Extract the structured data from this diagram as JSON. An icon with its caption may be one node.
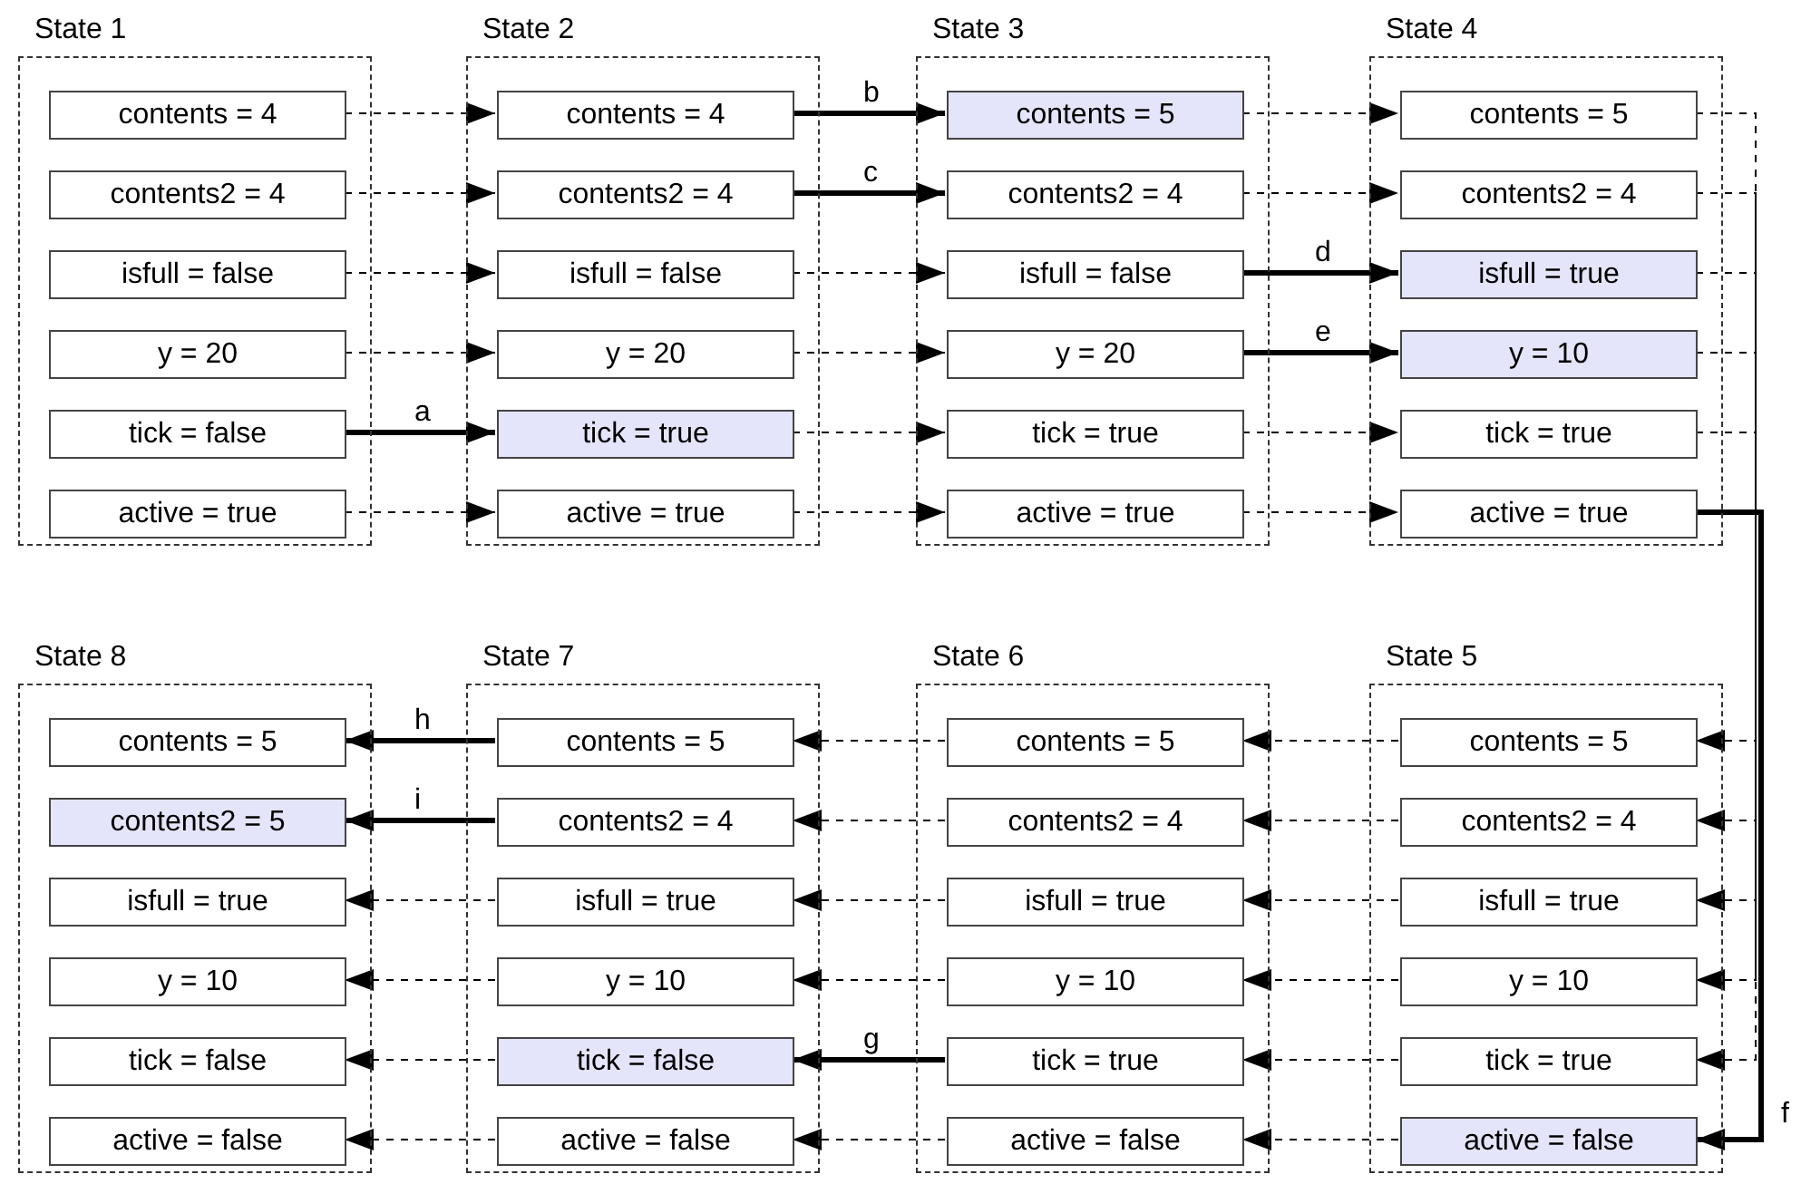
{
  "diagram": {
    "nodes": [
      {
        "text": [
          "State 1"
        ]
      },
      {
        "text": [
          "contents = 4"
        ],
        "in": 0
      },
      {
        "text": [
          "contents2 = 4"
        ],
        "in": 0
      },
      {
        "text": [
          "isfull = false"
        ],
        "in": 0
      },
      {
        "text": [
          "y = 20"
        ],
        "in": 0
      },
      {
        "text": [
          "tick = false"
        ],
        "in": 0
      },
      {
        "text": [
          "active = true"
        ],
        "in": 0
      },
      {
        "text": [
          "State 2"
        ]
      },
      {
        "text": [
          "contents = 4"
        ],
        "in": 7
      },
      {
        "text": [
          "contents2 = 4"
        ],
        "in": 7
      },
      {
        "text": [
          "isfull = false"
        ],
        "in": 7
      },
      {
        "text": [
          "y = 20"
        ],
        "in": 7
      },
      {
        "text": [
          "tick = true"
        ],
        "in": 7
      },
      {
        "text": [
          "active = true"
        ],
        "in": 7
      },
      {
        "text": [
          "State 3"
        ]
      },
      {
        "text": [
          "contents = 5"
        ],
        "in": 14
      },
      {
        "text": [
          "contents2 = 4"
        ],
        "in": 14
      },
      {
        "text": [
          "isfull = false"
        ],
        "in": 14
      },
      {
        "text": [
          "y = 20"
        ],
        "in": 14
      },
      {
        "text": [
          "tick = true"
        ],
        "in": 14
      },
      {
        "text": [
          "active = true"
        ],
        "in": 14
      },
      {
        "text": [
          "State 4"
        ]
      },
      {
        "text": [
          "contents = 5"
        ],
        "in": 21
      },
      {
        "text": [
          "contents2 = 4"
        ],
        "in": 21
      },
      {
        "text": [
          "isfull = true"
        ],
        "in": 21
      },
      {
        "text": [
          "y = 10"
        ],
        "in": 21
      },
      {
        "text": [
          "tick = true"
        ],
        "in": 21
      },
      {
        "text": [
          "active = true"
        ],
        "in": 21
      },
      {
        "text": [
          "State 8"
        ]
      },
      {
        "text": [
          "contents = 5"
        ],
        "in": 28
      },
      {
        "text": [
          "contents2 = 5"
        ],
        "in": 28
      },
      {
        "text": [
          "isfull = true"
        ],
        "in": 28
      },
      {
        "text": [
          "y = 10"
        ],
        "in": 28
      },
      {
        "text": [
          "tick = false"
        ],
        "in": 28
      },
      {
        "text": [
          "active = false"
        ],
        "in": 28
      },
      {
        "text": [
          "State 7"
        ]
      },
      {
        "text": [
          "contents = 5"
        ],
        "in": 35
      },
      {
        "text": [
          "contents2 = 4"
        ],
        "in": 35
      },
      {
        "text": [
          "isfull = true"
        ],
        "in": 35
      },
      {
        "text": [
          "y = 10"
        ],
        "in": 35
      },
      {
        "text": [
          "tick = false"
        ],
        "in": 35
      },
      {
        "text": [
          "active = false"
        ],
        "in": 35
      },
      {
        "text": [
          "State 6"
        ]
      },
      {
        "text": [
          "contents = 5"
        ],
        "in": 42
      },
      {
        "text": [
          "contents2 = 4"
        ],
        "in": 42
      },
      {
        "text": [
          "isfull = true"
        ],
        "in": 42
      },
      {
        "text": [
          "y = 10"
        ],
        "in": 42
      },
      {
        "text": [
          "tick = true"
        ],
        "in": 42
      },
      {
        "text": [
          "active = false"
        ],
        "in": 42
      },
      {
        "text": [
          "State 5"
        ]
      },
      {
        "text": [
          "contents = 5"
        ],
        "in": 49
      },
      {
        "text": [
          "contents2 = 4"
        ],
        "in": 49
      },
      {
        "text": [
          "isfull = true"
        ],
        "in": 49
      },
      {
        "text": [
          "y = 10"
        ],
        "in": 49
      },
      {
        "text": [
          "tick = true"
        ],
        "in": 49
      },
      {
        "text": [
          "active = false"
        ],
        "in": 49
      }
    ],
    "edges": [
      {
        "from": 1,
        "to": 8,
        "arrow": "to",
        "style": "dashed"
      },
      {
        "from": 2,
        "to": 9,
        "arrow": "to",
        "style": "dashed"
      },
      {
        "from": 3,
        "to": 10,
        "arrow": "to",
        "style": "dashed"
      },
      {
        "from": 4,
        "to": 11,
        "arrow": "to",
        "style": "dashed"
      },
      {
        "from": 5,
        "to": 12,
        "arrow": "to",
        "style": "thick",
        "label": "a"
      },
      {
        "from": 6,
        "to": 13,
        "arrow": "to",
        "style": "dashed"
      },
      {
        "from": 8,
        "to": 15,
        "arrow": "to",
        "style": "thick",
        "label": "b"
      },
      {
        "from": 9,
        "to": 16,
        "arrow": "to",
        "style": "thick",
        "label": "c"
      },
      {
        "from": 10,
        "to": 17,
        "arrow": "to",
        "style": "dashed"
      },
      {
        "from": 11,
        "to": 18,
        "arrow": "to",
        "style": "dashed"
      },
      {
        "from": 12,
        "to": 19,
        "arrow": "to",
        "style": "dashed"
      },
      {
        "from": 13,
        "to": 20,
        "arrow": "to",
        "style": "dashed"
      },
      {
        "from": 15,
        "to": 22,
        "arrow": "to",
        "style": "dashed"
      },
      {
        "from": 16,
        "to": 23,
        "arrow": "to",
        "style": "dashed"
      },
      {
        "from": 17,
        "to": 24,
        "arrow": "to",
        "style": "thick",
        "label": "d"
      },
      {
        "from": 18,
        "to": 25,
        "arrow": "to",
        "style": "thick",
        "label": "e"
      },
      {
        "from": 19,
        "to": 26,
        "arrow": "to",
        "style": "dashed"
      },
      {
        "from": 20,
        "to": 27,
        "arrow": "to",
        "style": "dashed"
      },
      {
        "from": 22,
        "to": 50,
        "arrow": "to",
        "style": "dashed"
      },
      {
        "from": 23,
        "to": 51,
        "arrow": "to",
        "style": "dashed"
      },
      {
        "from": 24,
        "to": 52,
        "arrow": "to",
        "style": "dashed"
      },
      {
        "from": 25,
        "to": 53,
        "arrow": "to",
        "style": "dashed"
      },
      {
        "from": 26,
        "to": 54,
        "arrow": "to",
        "style": "dashed"
      },
      {
        "from": 27,
        "to": 55,
        "arrow": "to",
        "style": "thick",
        "label": "f"
      },
      {
        "from": 50,
        "to": 43,
        "arrow": "to",
        "style": "dashed"
      },
      {
        "from": 51,
        "to": 44,
        "arrow": "to",
        "style": "dashed"
      },
      {
        "from": 52,
        "to": 45,
        "arrow": "to",
        "style": "dashed"
      },
      {
        "from": 53,
        "to": 46,
        "arrow": "to",
        "style": "dashed"
      },
      {
        "from": 54,
        "to": 47,
        "arrow": "to",
        "style": "dashed"
      },
      {
        "from": 55,
        "to": 48,
        "arrow": "to",
        "style": "dashed"
      },
      {
        "from": 43,
        "to": 36,
        "arrow": "to",
        "style": "dashed"
      },
      {
        "from": 44,
        "to": 37,
        "arrow": "to",
        "style": "dashed"
      },
      {
        "from": 45,
        "to": 38,
        "arrow": "to",
        "style": "dashed"
      },
      {
        "from": 46,
        "to": 39,
        "arrow": "to",
        "style": "dashed"
      },
      {
        "from": 47,
        "to": 40,
        "arrow": "to",
        "style": "thick",
        "label": "g"
      },
      {
        "from": 48,
        "to": 41,
        "arrow": "to",
        "style": "dashed"
      },
      {
        "from": 36,
        "to": 29,
        "arrow": "to",
        "style": "thick",
        "label": "h"
      },
      {
        "from": 37,
        "to": 30,
        "arrow": "to",
        "style": "thick",
        "label": "i"
      },
      {
        "from": 38,
        "to": 31,
        "arrow": "to",
        "style": "dashed"
      },
      {
        "from": 39,
        "to": 32,
        "arrow": "to",
        "style": "dashed"
      },
      {
        "from": 40,
        "to": 33,
        "arrow": "to",
        "style": "dashed"
      },
      {
        "from": 41,
        "to": 34,
        "arrow": "to",
        "style": "dashed"
      }
    ]
  }
}
